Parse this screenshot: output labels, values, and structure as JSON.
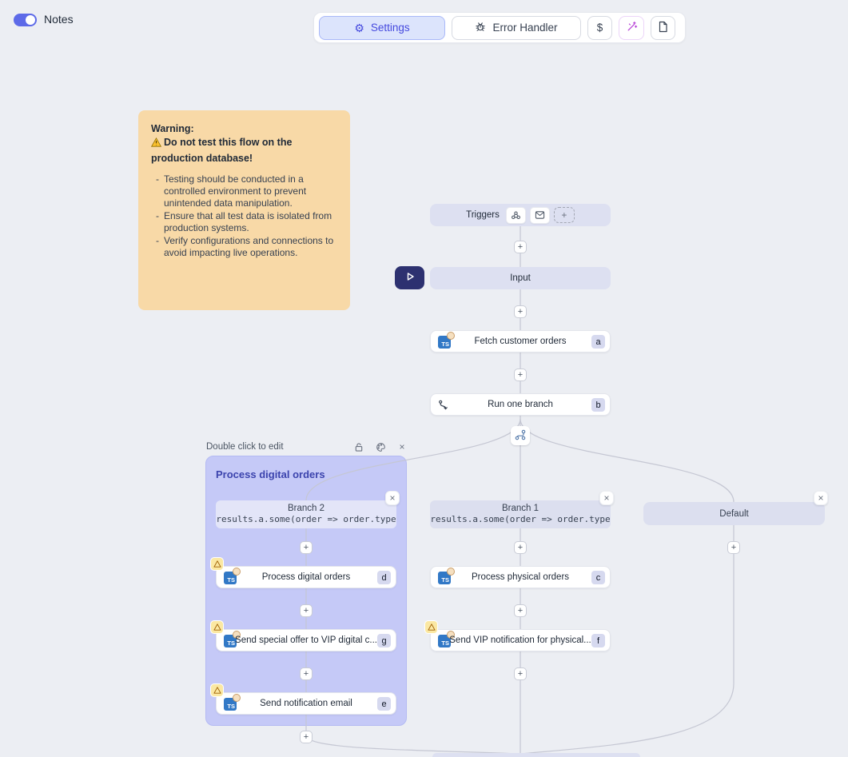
{
  "glyphs": {
    "plus": "+",
    "close": "×",
    "gear": "⚙",
    "dash": "-"
  },
  "topbar": {
    "notes_label": "Notes",
    "settings_label": "Settings",
    "error_handler_label": "Error Handler",
    "dollar_label": "$"
  },
  "note": {
    "title": "Warning:",
    "alert": "Do not test this flow on the production database!",
    "bullets": [
      "Testing should be conducted in a controlled environment to prevent unintended data manipulation.",
      "Ensure that all test data is isolated from production systems.",
      "Verify configurations and connections to avoid impacting live operations."
    ]
  },
  "flow": {
    "ts_label": "TS",
    "triggers_label": "Triggers",
    "input_label": "Input",
    "fetch": {
      "label": "Fetch customer orders",
      "badge": "a"
    },
    "run_branch": {
      "label": "Run one branch",
      "badge": "b"
    },
    "group": {
      "hint": "Double click to edit",
      "title": "Process digital orders",
      "branch": {
        "label": "Branch 2",
        "code": "results.a.some(order => order.type"
      },
      "nodes": [
        {
          "label": "Process digital orders",
          "badge": "d"
        },
        {
          "label": "Send special offer to VIP digital c...",
          "badge": "g"
        },
        {
          "label": "Send notification email",
          "badge": "e"
        }
      ]
    },
    "branch1": {
      "label": "Branch 1",
      "code": "results.a.some(order => order.type",
      "nodes": [
        {
          "label": "Process physical orders",
          "badge": "c"
        },
        {
          "label": "Send VIP notification for physical...",
          "badge": "f"
        }
      ]
    },
    "default_branch": {
      "label": "Default"
    }
  },
  "colors": {
    "accent_indigo": "#4549de",
    "group_fill": "#c5c9f7",
    "note_fill": "#f8d9a7",
    "node_lavender": "#dde0f1",
    "play_navy": "#2d3170",
    "wand_purple": "#b63fd6",
    "warning_yellow": "#fbe8a3"
  }
}
